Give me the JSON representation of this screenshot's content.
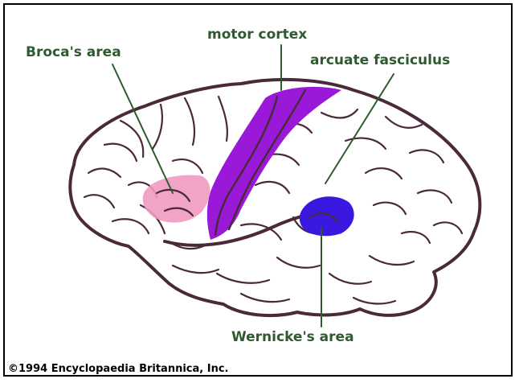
{
  "labels": {
    "broca": "Broca's area",
    "motor": "motor cortex",
    "arcuate": "arcuate fasciculus",
    "wernicke": "Wernicke's area"
  },
  "copyright": "©1994 Encyclopaedia Britannica, Inc.",
  "colors": {
    "label_text": "#2f5a2f",
    "leader_line": "#2f5a2f",
    "outline": "#4a2a3a",
    "broca_region": "#f09ac0",
    "motor_region": "#9a18d8",
    "wernicke_region": "#3a18e0",
    "brain_fill": "#ffffff",
    "frame": "#000000"
  }
}
